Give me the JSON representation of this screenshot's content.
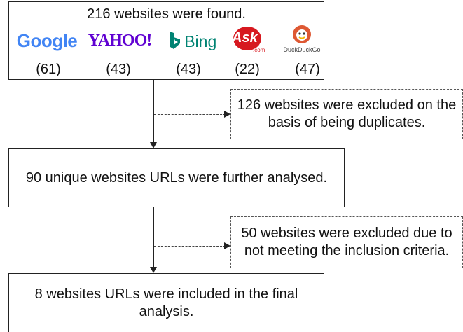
{
  "top_box": {
    "title": "216 websites were found.",
    "engines": [
      {
        "name": "Google",
        "count": "(61)",
        "color": "#4285f4"
      },
      {
        "name": "YAHOO!",
        "count": "(43)",
        "color": "#6001d2"
      },
      {
        "name": "Bing",
        "count": "(43)",
        "color": "#008373"
      },
      {
        "name": "Ask",
        "sublabel": ".com",
        "count": "(22)",
        "color": "#d71920"
      },
      {
        "name": "DuckDuckGo",
        "count": "(47)",
        "color": "#de5833"
      }
    ]
  },
  "excluded_1": "126 websites were excluded on the basis of being duplicates.",
  "middle_box": "90 unique websites URLs were further analysed.",
  "excluded_2": "50 websites were excluded due to not meeting the inclusion criteria.",
  "final_box": "8 websites URLs were included in the final analysis."
}
